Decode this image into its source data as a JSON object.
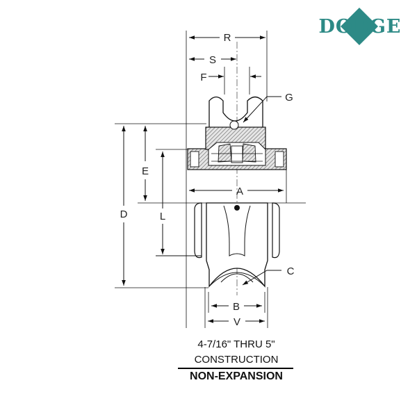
{
  "logo": {
    "text": "DODGE",
    "color": "#2d8a86"
  },
  "dimensions": {
    "R": "R",
    "S": "S",
    "F": "F",
    "G": "G",
    "E": "E",
    "D": "D",
    "A": "A",
    "L": "L",
    "C": "C",
    "B": "B",
    "V": "V"
  },
  "caption": {
    "line1": "4-7/16\" THRU 5\"",
    "line2": "CONSTRUCTION",
    "line3": "NON-EXPANSION"
  }
}
